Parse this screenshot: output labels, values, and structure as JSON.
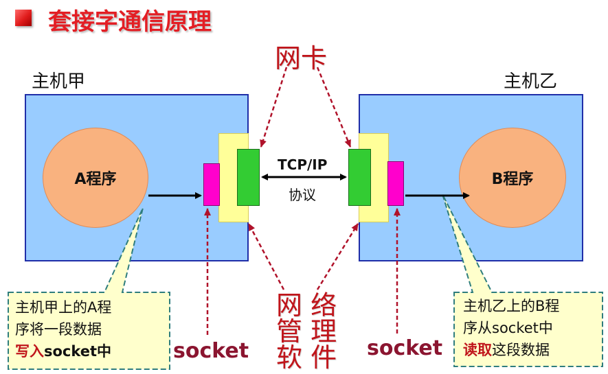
{
  "title": "套接字通信原理",
  "host_a": {
    "label": "主机甲",
    "program": "A程序",
    "callout": {
      "line1": "主机甲上的A程",
      "line2": "序将一段数据",
      "line3_highlight": "写入",
      "line3_rest": "socket中"
    }
  },
  "host_b": {
    "label": "主机乙",
    "program": "B程序",
    "callout": {
      "line1": "主机乙上的B程",
      "line2": "序从socket中",
      "line3_highlight": "读取",
      "line3_rest": "这段数据"
    }
  },
  "protocol": {
    "line1": "TCP/IP",
    "line2": "协议"
  },
  "nic_label": "网卡",
  "net_software_label": [
    "网 络",
    "管 理",
    "软 件"
  ],
  "socket_left": "socket",
  "socket_right": "socket",
  "colors": {
    "title": "#e31e24",
    "host_fill": "#99ccff",
    "host_border": "#1f2ea8",
    "program_fill": "#f9b27f",
    "nic_fill": "#ffff99",
    "nic_green": "#33cc33",
    "socket_pink": "#ff00cc",
    "callout_fill": "#ffffcc",
    "callout_border": "#2e7d7d",
    "arrow_red": "#b0122a"
  }
}
